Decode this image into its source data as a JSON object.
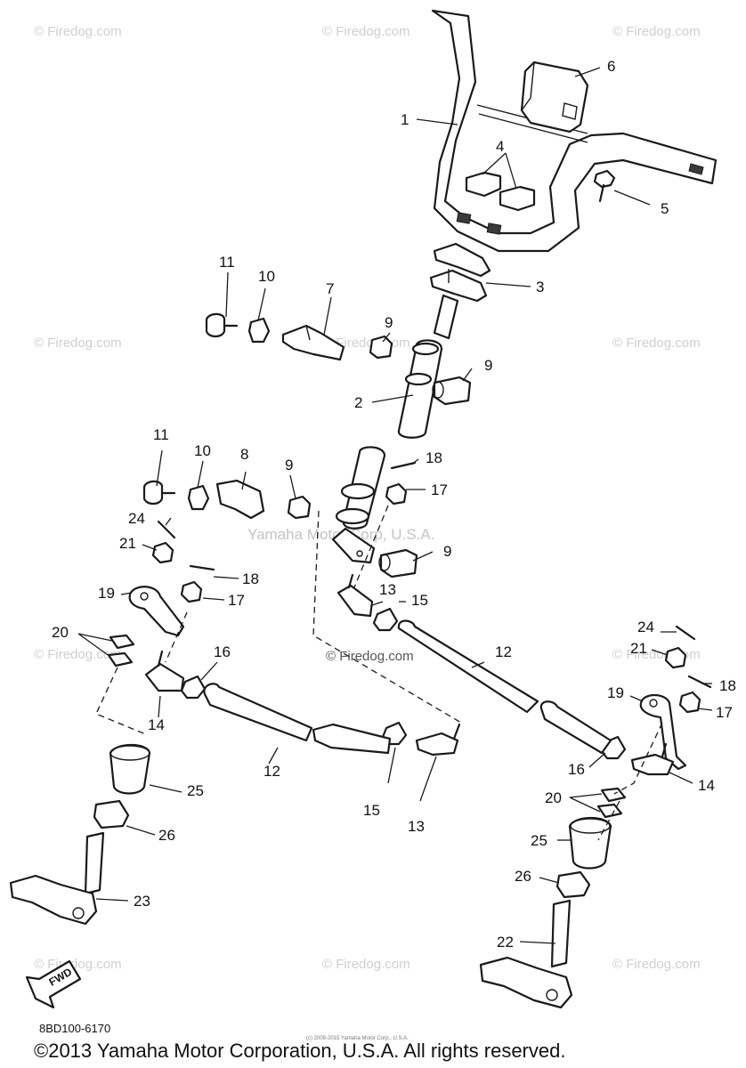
{
  "watermark": "© Firedog.com",
  "watermark_center": "Yamaha Motor Corp, U.S.A.",
  "watermark_small": "(c) 2009-2015 Yamaha Motor Corp., U.S.A.",
  "diagram_code": "8BD100-6170",
  "copyright": "©2013 Yamaha Motor Corporation, U.S.A. All rights reserved.",
  "fwd_label": "FWD",
  "callouts": {
    "c1": "1",
    "c2": "2",
    "c3": "3",
    "c4": "4",
    "c5": "5",
    "c6": "6",
    "c7": "7",
    "c8": "8",
    "c9a": "9",
    "c9b": "9",
    "c9c": "9",
    "c9d": "9",
    "c10a": "10",
    "c10b": "10",
    "c11a": "11",
    "c11b": "11",
    "c12a": "12",
    "c12b": "12",
    "c13a": "13",
    "c13b": "13",
    "c14a": "14",
    "c14b": "14",
    "c15a": "15",
    "c15b": "15",
    "c16a": "16",
    "c16b": "16",
    "c17a": "17",
    "c17b": "17",
    "c17c": "17",
    "c18a": "18",
    "c18b": "18",
    "c18c": "18",
    "c19a": "19",
    "c19b": "19",
    "c20a": "20",
    "c20b": "20",
    "c21a": "21",
    "c21b": "21",
    "c22": "22",
    "c23": "23",
    "c24a": "24",
    "c24b": "24",
    "c25a": "25",
    "c25b": "25",
    "c26a": "26",
    "c26b": "26"
  }
}
